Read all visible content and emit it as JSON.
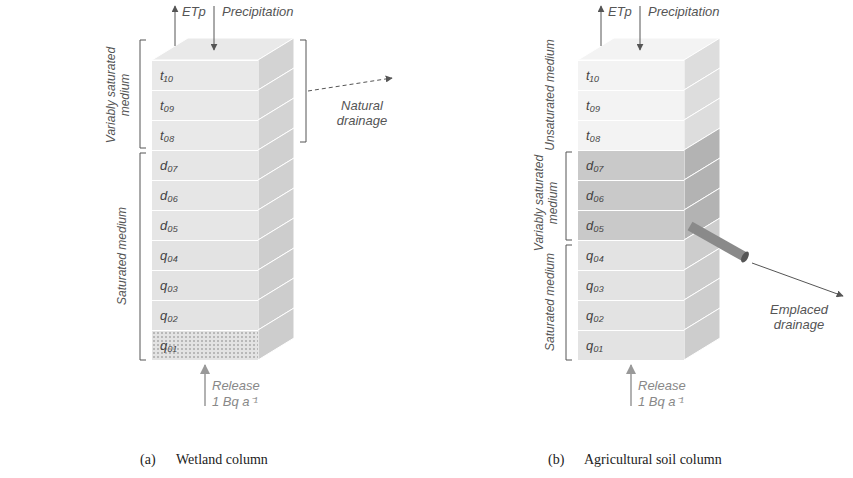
{
  "diagram": {
    "nodes": [
      {
        "text": [
          "t₁₀"
        ]
      },
      {
        "text": [
          "t₀₉"
        ]
      },
      {
        "text": [
          "t₀₈"
        ]
      },
      {
        "text": [
          "d₀₇"
        ]
      },
      {
        "text": [
          "d₀₆"
        ]
      },
      {
        "text": [
          "d₀₅"
        ]
      },
      {
        "text": [
          "q₀₄"
        ]
      },
      {
        "text": [
          "q₀₃"
        ]
      },
      {
        "text": [
          "q₀₂"
        ]
      },
      {
        "text": [
          "q₀₁"
        ]
      },
      {
        "text": [
          "t₁₀"
        ]
      },
      {
        "text": [
          "t₀₉"
        ]
      },
      {
        "text": [
          "t₀₈"
        ]
      },
      {
        "text": [
          "d₀₇"
        ]
      },
      {
        "text": [
          "d₀₆"
        ]
      },
      {
        "text": [
          "d₀₅"
        ]
      },
      {
        "text": [
          "q₀₄"
        ]
      },
      {
        "text": [
          "q₀₃"
        ]
      },
      {
        "text": [
          "q₀₂"
        ]
      },
      {
        "text": [
          "q₀₁"
        ]
      }
    ],
    "labels": [
      "ETp",
      "Precipitation",
      "Variably saturated medium",
      "Saturated medium",
      "Natural drainage",
      "Release",
      "1 Bq a⁻¹",
      "(a)",
      "Wetland column",
      "ETp",
      "Precipitation",
      "Unsaturated medium",
      "Variably saturated medium",
      "Saturated medium",
      "Emplaced drainage",
      "Release",
      "1 Bq a⁻¹",
      "(b)",
      "Agricultural soil column"
    ]
  }
}
